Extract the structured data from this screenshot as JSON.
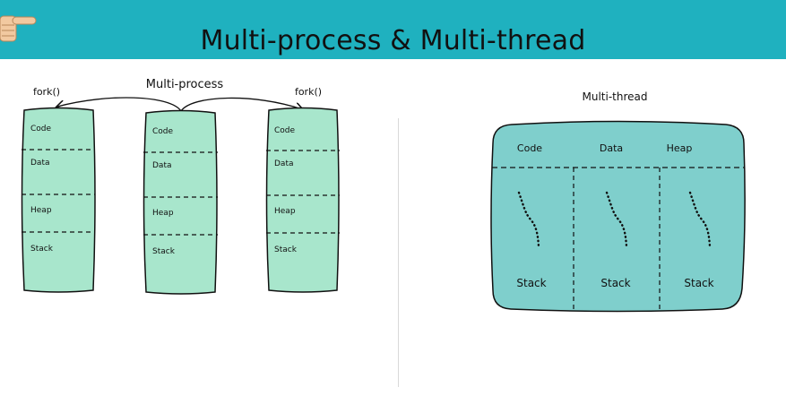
{
  "header": {
    "title": "Multi-process & Multi-thread",
    "color": "#1fb1bf"
  },
  "pointer_icon": "pointing-hand-icon",
  "multiprocess": {
    "title": "Multi-process",
    "fork_left": "fork()",
    "fork_right": "fork()",
    "segments": [
      "Code",
      "Data",
      "Heap",
      "Stack"
    ],
    "fill": "#a8e6cc"
  },
  "multithread": {
    "title": "Multi-thread",
    "shared": [
      "Code",
      "Data",
      "Heap"
    ],
    "stacks": [
      "Stack",
      "Stack",
      "Stack"
    ],
    "fill": "#7fcfcc"
  }
}
